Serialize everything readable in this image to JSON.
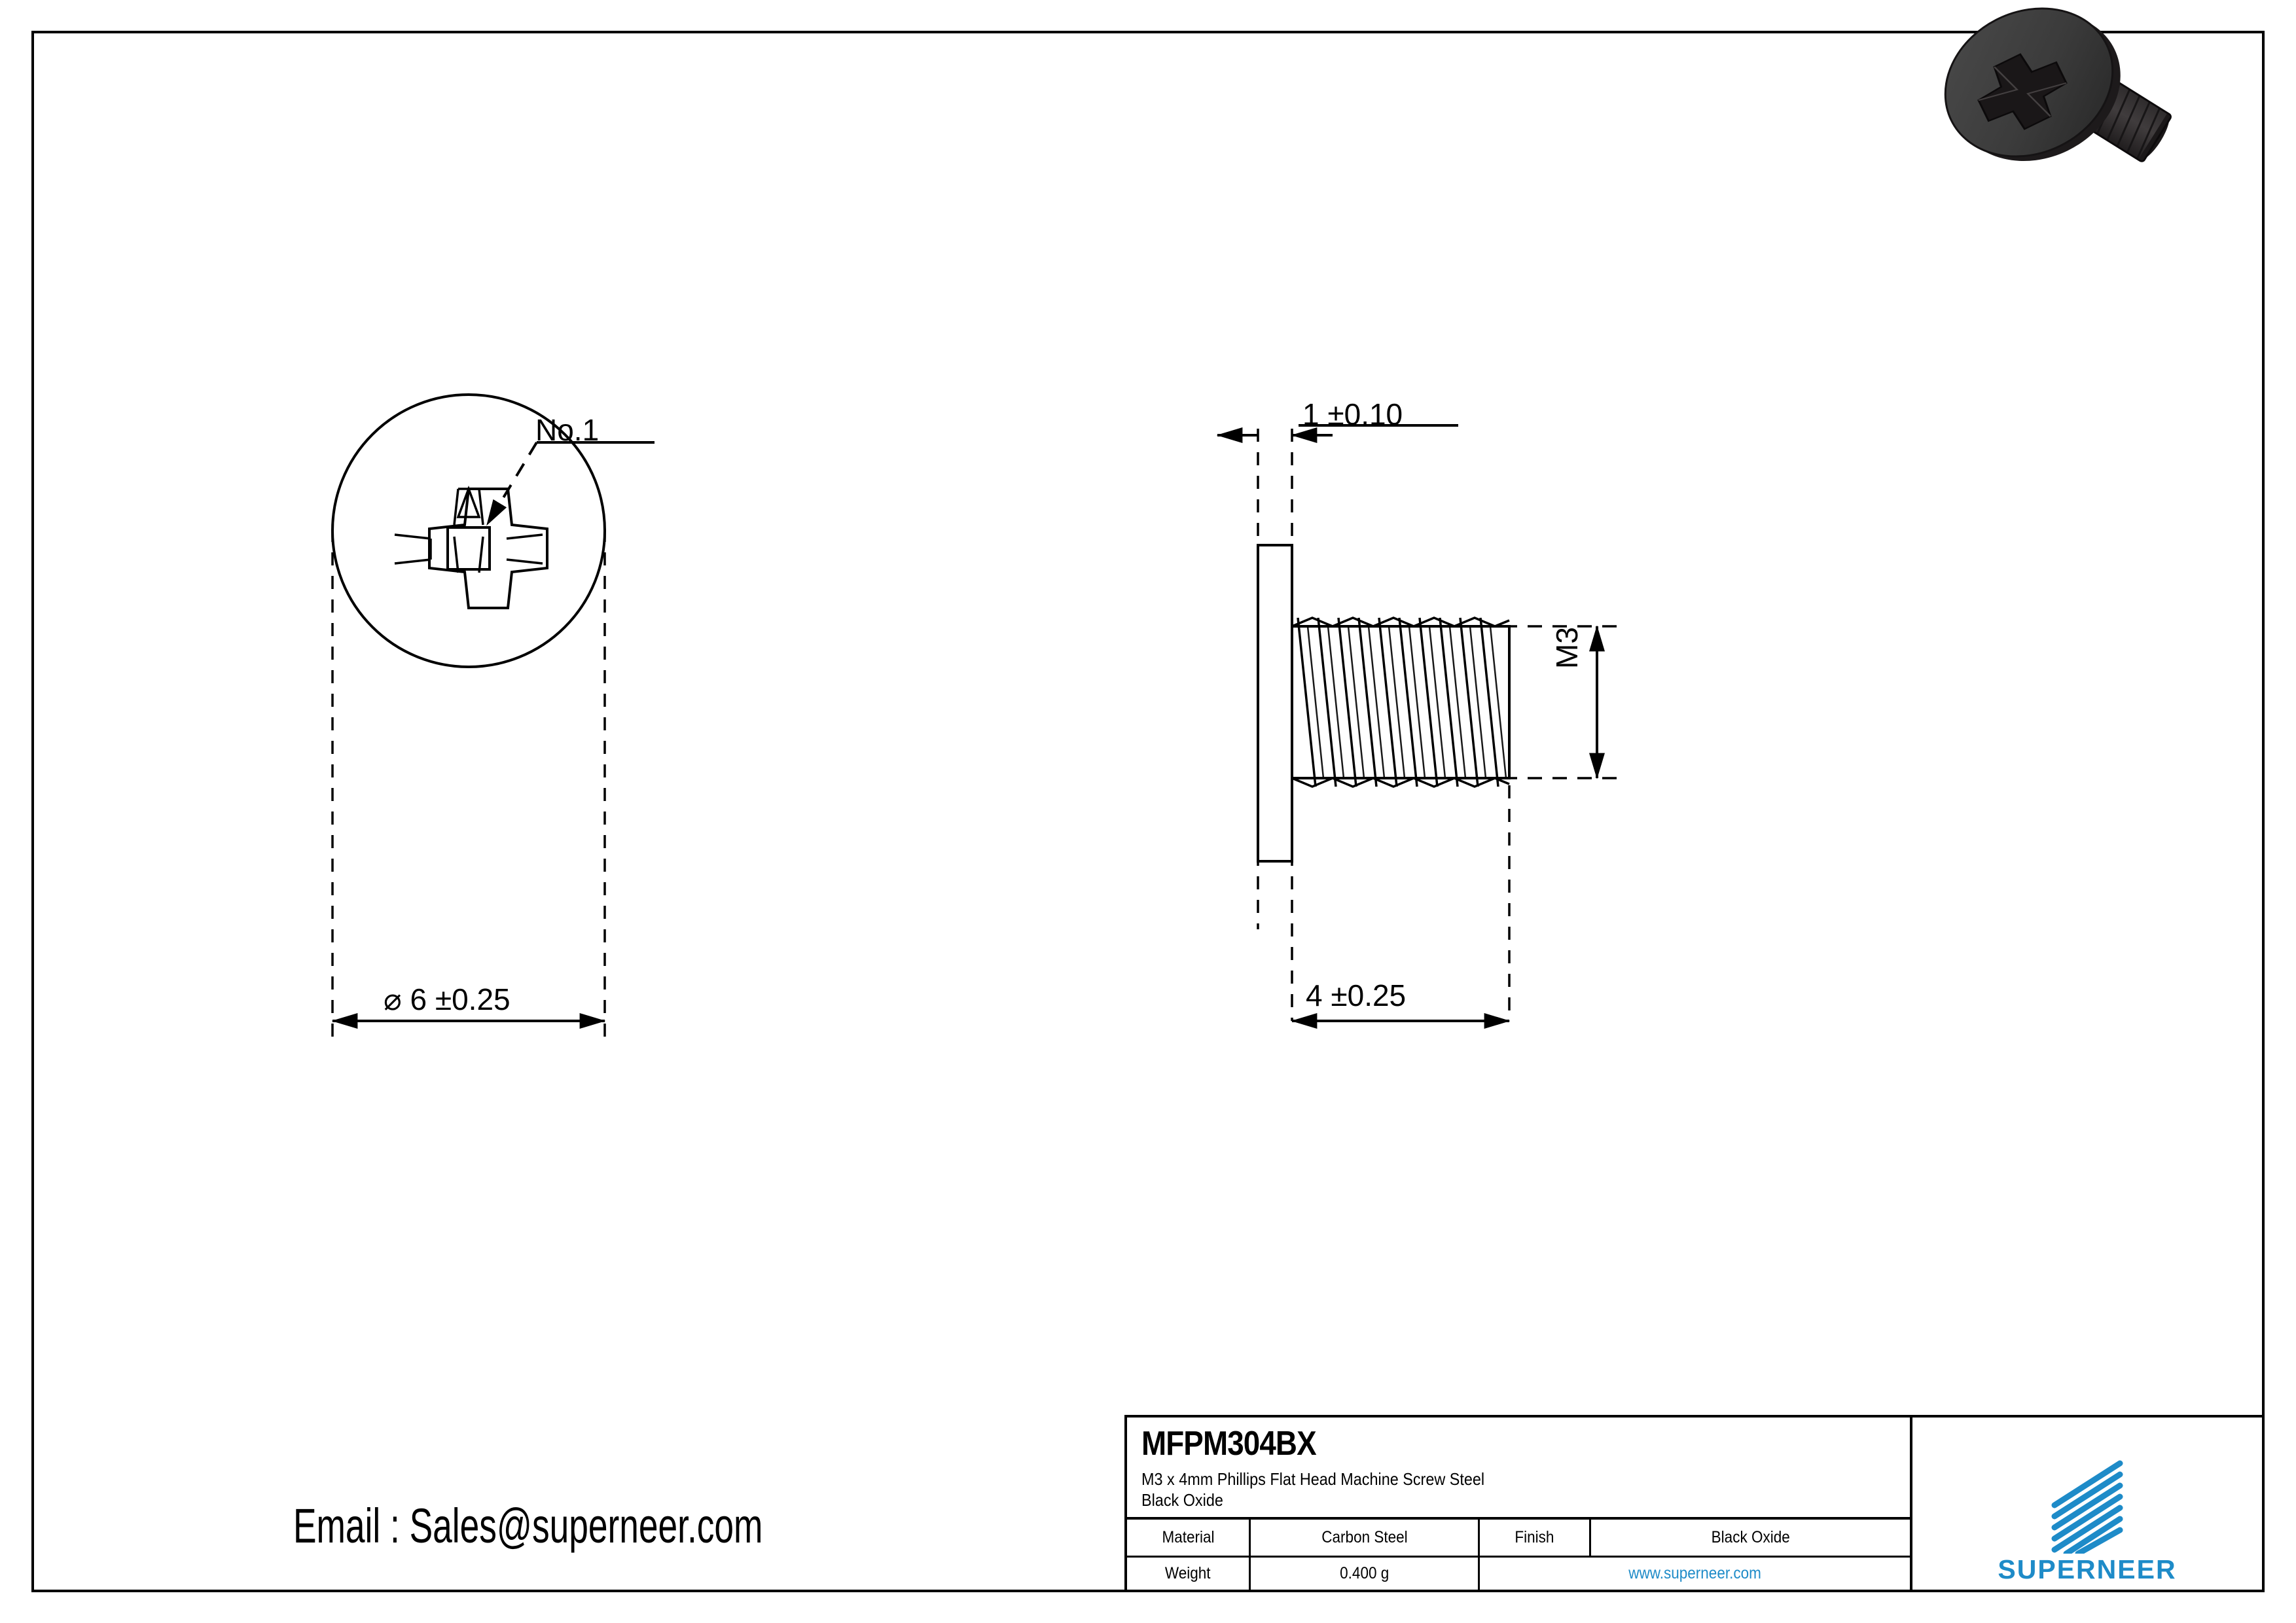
{
  "sheet": {
    "background": "#ffffff",
    "border_color": "#000000"
  },
  "contact": {
    "email_line": "Email : Sales@superneer.com"
  },
  "drawing": {
    "top_view": {
      "callout_label": "No.1",
      "diameter_dimension": "⌀ 6 ±0.25",
      "recess_type": "phillips-cross-recess"
    },
    "side_view": {
      "head_thickness_dimension": "1 ±0.10",
      "length_dimension": "4 ±0.25",
      "thread_label": "M3"
    }
  },
  "title_block": {
    "part_number": "MFPM304BX",
    "description_line_1": "M3 x 4mm Phillips Flat Head Machine Screw Steel",
    "description_line_2": "Black Oxide",
    "fields": {
      "material_label": "Material",
      "material_value": "Carbon Steel",
      "finish_label": "Finish",
      "finish_value": "Black Oxide",
      "weight_label": "Weight",
      "weight_value": "0.400 g",
      "website": "www.superneer.com"
    },
    "logo": {
      "wordmark": "SUPERNEER",
      "brand_color": "#1e8bc8",
      "mark_name": "superneer-stripes-logo"
    }
  },
  "render_3d": {
    "name": "black-oxide-flat-head-screw-render",
    "body_color": "#231f20",
    "head_color": "#3a3a3a"
  }
}
